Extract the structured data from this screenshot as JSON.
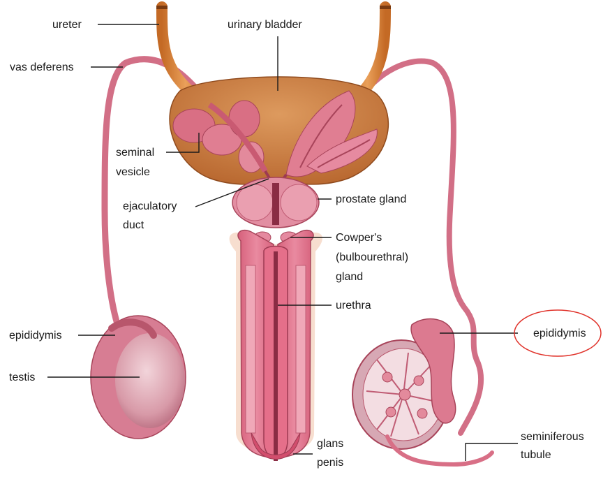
{
  "labels": {
    "ureter": "ureter",
    "urinary_bladder": "urinary bladder",
    "vas_deferens": "vas deferens",
    "seminal_vesicle": [
      "seminal",
      "vesicle"
    ],
    "ejaculatory_duct": [
      "ejaculatory",
      "duct"
    ],
    "prostate_gland": "prostate gland",
    "cowpers_gland": [
      "Cowper's",
      "(bulbourethral)",
      "gland"
    ],
    "urethra": "urethra",
    "epididymis_left": "epididymis",
    "testis": "testis",
    "epididymis_right": "epididymis",
    "glans_penis": [
      "glans",
      "penis"
    ],
    "seminiferous_tubule": [
      "seminiferous",
      "tubule"
    ]
  },
  "colors": {
    "highlight_ellipse": "#e0322a",
    "tissue": "#d86f86",
    "tissue_dark": "#b9485f",
    "bladder": "#c97a3e",
    "ureter": "#d77f32",
    "testis": "#e0a7b3"
  }
}
